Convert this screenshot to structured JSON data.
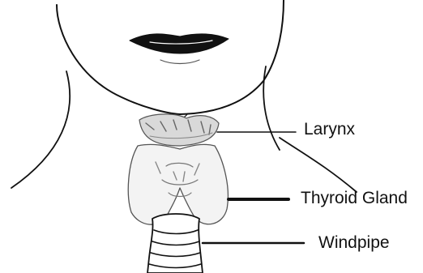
{
  "diagram": {
    "labels": {
      "larynx": "Larynx",
      "thyroid": "Thyroid Gland",
      "windpipe": "Windpipe"
    },
    "colors": {
      "ink": "#111111",
      "shade": "#9a9a9a",
      "background": "#ffffff"
    },
    "icons": [
      "face-outline-icon",
      "lips-icon",
      "neck-outline-icon"
    ]
  }
}
